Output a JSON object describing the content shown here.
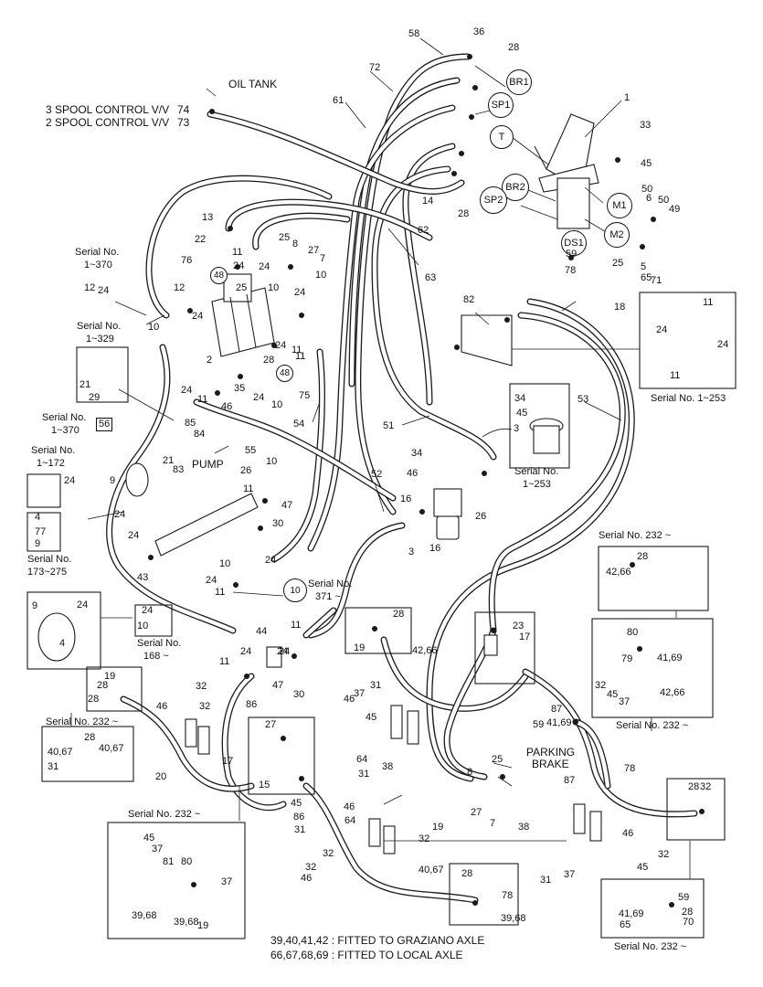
{
  "labels": {
    "oil_tank": "OIL TANK",
    "spool3": "3 SPOOL CONTROL V/V",
    "spool3_num": "74",
    "spool2": "2 SPOOL CONTROL V/V",
    "spool2_num": "73",
    "pump": "PUMP",
    "parking_brake_1": "PARKING",
    "parking_brake_2": "BRAKE"
  },
  "circled_codes": [
    "BR1",
    "SP1",
    "T",
    "BR2",
    "SP2",
    "M1",
    "M2",
    "DS1",
    "48",
    "48",
    "10"
  ],
  "boxed_numbers": [
    "56"
  ],
  "serial_notes": [
    "Serial No.",
    "1~370",
    "Serial No.",
    "1~329",
    "Serial No.",
    "1~370",
    "Serial No.",
    "1~172",
    "Serial No.",
    "173~275",
    "Serial No.",
    "168 ~",
    "Serial No.",
    "371 ~",
    "Serial No. 1~253",
    "Serial No.",
    "1~253",
    "Serial No. 232 ~",
    "Serial No. 232 ~",
    "Serial No. 232 ~",
    "Serial No. 232 ~",
    "Serial No. 232 ~"
  ],
  "part_numbers": [
    "58",
    "36",
    "28",
    "72",
    "1",
    "61",
    "33",
    "45",
    "62",
    "14",
    "28",
    "63",
    "13",
    "22",
    "25",
    "8",
    "27",
    "7",
    "11",
    "24",
    "10",
    "76",
    "24",
    "25",
    "10",
    "24",
    "12",
    "12",
    "24",
    "10",
    "24",
    "2",
    "11",
    "28",
    "24",
    "11",
    "75",
    "35",
    "24",
    "10",
    "46",
    "24",
    "11",
    "82",
    "18",
    "11",
    "24",
    "24",
    "11",
    "34",
    "45",
    "3",
    "53",
    "21",
    "29",
    "85",
    "84",
    "21",
    "83",
    "55",
    "54",
    "51",
    "34",
    "46",
    "52",
    "16",
    "3",
    "16",
    "26",
    "26",
    "24",
    "9",
    "4",
    "77",
    "9",
    "24",
    "24",
    "43",
    "10",
    "47",
    "30",
    "11",
    "24",
    "10",
    "24",
    "11",
    "24",
    "9",
    "4",
    "24",
    "10",
    "44",
    "11",
    "24",
    "47",
    "30",
    "11",
    "24",
    "24",
    "23",
    "17",
    "28",
    "19",
    "42,66",
    "80",
    "79",
    "41,69",
    "32",
    "45",
    "37",
    "42,66",
    "19",
    "28",
    "28",
    "32",
    "46",
    "37",
    "31",
    "46",
    "32",
    "64",
    "38",
    "31",
    "86",
    "45",
    "87",
    "41,69",
    "59",
    "78",
    "40,67",
    "28",
    "40,67",
    "31",
    "20",
    "17",
    "27",
    "15",
    "25",
    "8",
    "27",
    "7",
    "38",
    "87",
    "45",
    "86",
    "31",
    "46",
    "32",
    "19",
    "28",
    "32",
    "45",
    "37",
    "81",
    "80",
    "37",
    "46",
    "32",
    "32",
    "46",
    "32",
    "45",
    "31",
    "37",
    "40,67",
    "64",
    "39,68",
    "39,68",
    "19",
    "28",
    "78",
    "39,68",
    "59",
    "41,69",
    "28",
    "65",
    "70",
    "50",
    "6",
    "50",
    "49",
    "25",
    "5",
    "65",
    "71",
    "59",
    "78",
    "42,66",
    "28"
  ],
  "footnotes": [
    "39,40,41,42 : FITTED TO GRAZIANO AXLE",
    "66,67,68,69 : FITTED TO  LOCAL AXLE"
  ]
}
